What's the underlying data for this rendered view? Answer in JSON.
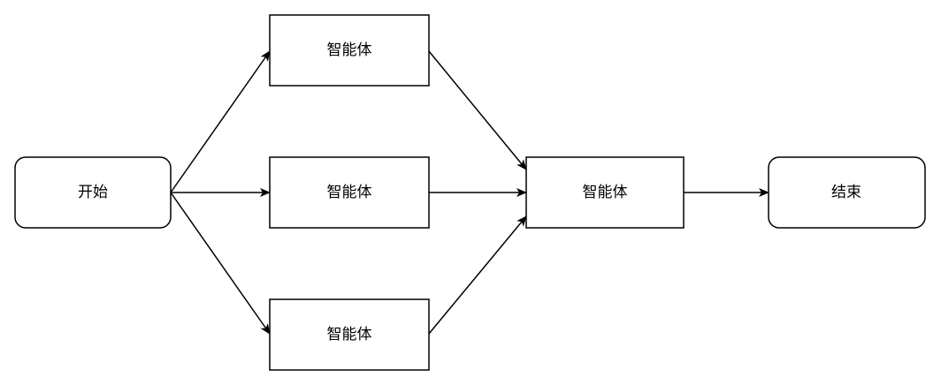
{
  "nodes": {
    "start": {
      "label": "开始"
    },
    "agent_top": {
      "label": "智能体"
    },
    "agent_middle": {
      "label": "智能体"
    },
    "agent_bottom": {
      "label": "智能体"
    },
    "agent_merge": {
      "label": "智能体"
    },
    "end": {
      "label": "结束"
    }
  },
  "edges": [
    {
      "from": "start",
      "to": "agent_top"
    },
    {
      "from": "start",
      "to": "agent_middle"
    },
    {
      "from": "start",
      "to": "agent_bottom"
    },
    {
      "from": "agent_top",
      "to": "agent_merge"
    },
    {
      "from": "agent_middle",
      "to": "agent_merge"
    },
    {
      "from": "agent_bottom",
      "to": "agent_merge"
    },
    {
      "from": "agent_merge",
      "to": "end"
    }
  ],
  "colors": {
    "stroke": "#000000",
    "fill": "#ffffff",
    "text": "#000000"
  }
}
